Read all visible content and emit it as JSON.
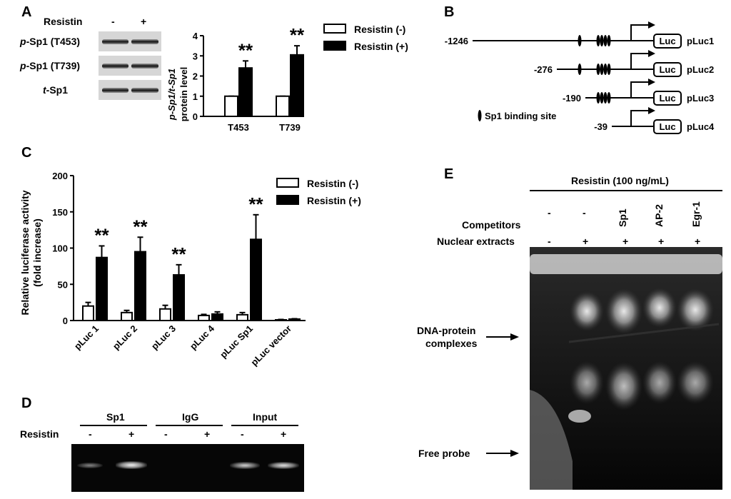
{
  "panels": {
    "a": "A",
    "b": "B",
    "c": "C",
    "d": "D",
    "e": "E"
  },
  "panel_a": {
    "resistin_label": "Resistin",
    "lane_minus": "-",
    "lane_plus": "+",
    "rows": [
      {
        "pre": "p",
        "post": "-Sp1 (T453)"
      },
      {
        "pre": "p",
        "post": "-Sp1 (T739)"
      },
      {
        "pre": "t",
        "post": "-Sp1"
      }
    ]
  },
  "panel_b": {
    "constructs": [
      {
        "start": "-1246",
        "name": "pLuc1"
      },
      {
        "start": "-276",
        "name": "pLuc2"
      },
      {
        "start": "-190",
        "name": "pLuc3"
      },
      {
        "start": "-39",
        "name": "pLuc4"
      }
    ],
    "luc_label": "Luc",
    "legend": "Sp1 binding site"
  },
  "panel_d": {
    "groups": [
      "Sp1",
      "IgG",
      "Input"
    ],
    "resistin_label": "Resistin",
    "lanes": [
      "-",
      "+",
      "-",
      "+",
      "-",
      "+"
    ]
  },
  "panel_e": {
    "header": "Resistin (100 ng/mL)",
    "competitors_label": "Competitors",
    "nuclear_label": "Nuclear extracts",
    "competitors": [
      "-",
      "-",
      "Sp1",
      "AP-2",
      "Egr-1"
    ],
    "nuclear": [
      "-",
      "+",
      "+",
      "+",
      "+"
    ],
    "complex_label_1": "DNA-protein",
    "complex_label_2": "complexes",
    "free_probe_label": "Free probe"
  },
  "chart_data": [
    {
      "id": "A",
      "type": "bar",
      "title": "",
      "ylabel": "p-Sp1/t-Sp1 protein level",
      "xlabel": "",
      "categories": [
        "T453",
        "T739"
      ],
      "ylim": [
        0,
        4
      ],
      "yticks": [
        "0",
        "1",
        "2",
        "3",
        "4"
      ],
      "series": [
        {
          "name": "Resistin (-)",
          "fill": "#ffffff",
          "values": [
            1.0,
            1.0
          ],
          "errors": [
            0,
            0
          ]
        },
        {
          "name": "Resistin (+)",
          "fill": "#000000",
          "values": [
            2.4,
            3.05
          ],
          "errors": [
            0.35,
            0.45
          ]
        }
      ],
      "annotations": [
        "**",
        "**"
      ],
      "legend_position": "right"
    },
    {
      "id": "C",
      "type": "bar",
      "title": "",
      "ylabel": "Relative luciferase activity",
      "ylabel2": "(fold increase)",
      "xlabel": "",
      "categories": [
        "pLuc 1",
        "pLuc 2",
        "pLuc 3",
        "pLuc 4",
        "pLuc Sp1",
        "pLuc vector"
      ],
      "ylim": [
        0,
        200
      ],
      "yticks": [
        "0",
        "50",
        "100",
        "150",
        "200"
      ],
      "series": [
        {
          "name": "Resistin (-)",
          "fill": "#ffffff",
          "values": [
            20,
            11,
            16,
            7,
            8,
            1
          ],
          "errors": [
            5,
            3,
            5,
            1.5,
            3,
            0.5
          ]
        },
        {
          "name": "Resistin (+)",
          "fill": "#000000",
          "values": [
            87,
            95,
            63,
            9,
            112,
            2
          ],
          "errors": [
            16,
            20,
            14,
            3,
            34,
            0.5
          ]
        }
      ],
      "annotations": [
        "**",
        "**",
        "**",
        "",
        "**",
        ""
      ],
      "legend_position": "top-right"
    }
  ]
}
